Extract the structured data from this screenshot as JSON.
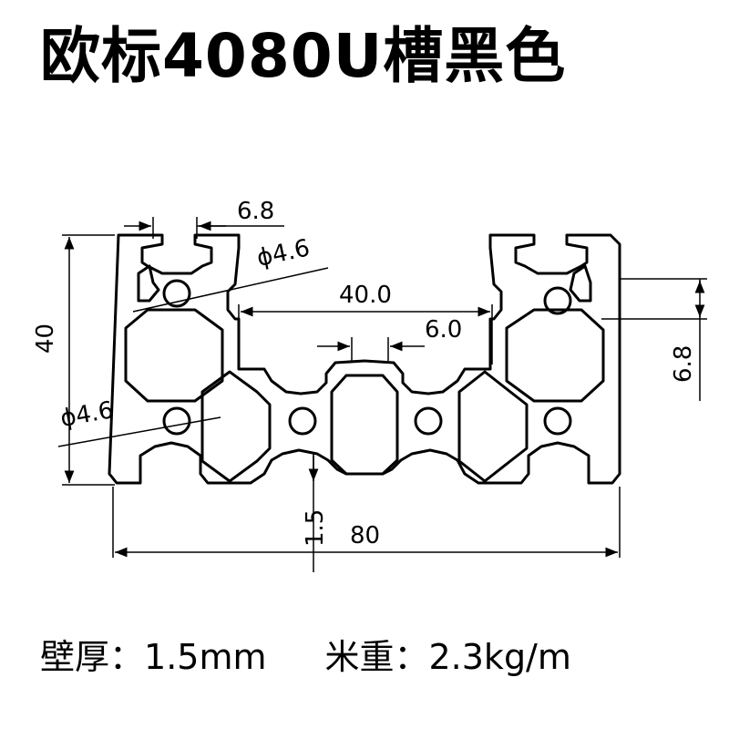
{
  "title": "欧标4080U槽黑色",
  "dimensions": {
    "slot_width": "6.8",
    "hole_dia_top": "ϕ4.6",
    "center_spacing": "40.0",
    "slot_opening": "6.0",
    "height": "40",
    "hole_dia_left": "ϕ4.6",
    "slot_depth": "6.8",
    "wall": "1.5",
    "width": "80"
  },
  "specs": {
    "wall_label": "壁厚：",
    "wall_value": "1.5mm",
    "weight_label": "米重：",
    "weight_value": "2.3kg/m"
  }
}
